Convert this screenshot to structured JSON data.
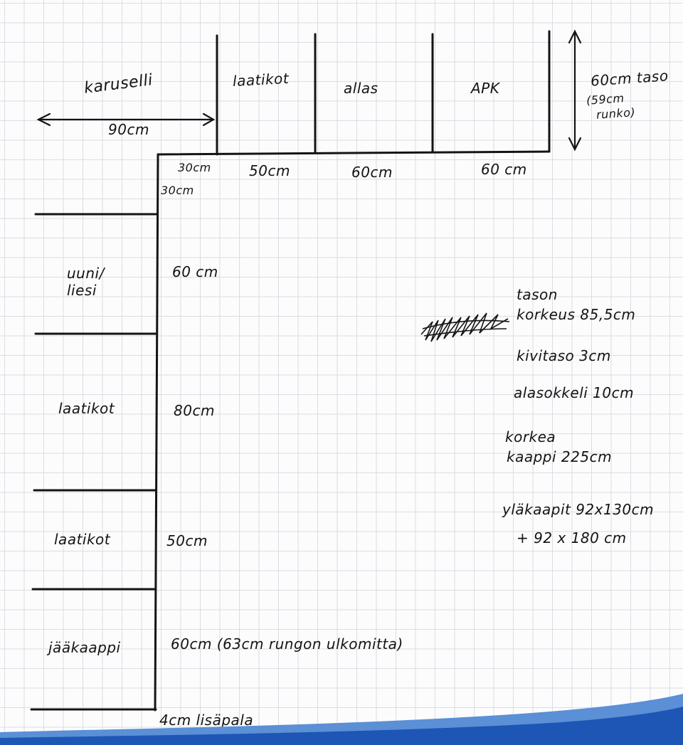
{
  "top_row": {
    "karuselli": "karuselli",
    "karuselli_width": "90cm",
    "laatikot": "laatikot",
    "allas": "allas",
    "apk": "APK",
    "depth": "60cm taso",
    "depth_note_1": "(59cm",
    "depth_note_2": "runko)",
    "corner_30": "30cm",
    "w_laatikot": "50cm",
    "w_allas": "60cm",
    "w_apk": "60 cm"
  },
  "left_column": {
    "corner_30": "30cm",
    "uuni_1": "uuni/",
    "uuni_2": "liesi",
    "uuni_w": "60 cm",
    "laatikot_1": "laatikot",
    "laatikot_1_w": "80cm",
    "laatikot_2": "laatikot",
    "laatikot_2_w": "50cm",
    "jaakaappi": "jääkaappi",
    "jaakaappi_w": "60cm (63cm rungon ulkomitta)",
    "lisapala": "4cm lisäpala"
  },
  "notes": {
    "tason": "tason",
    "korkeus": "korkeus 85,5cm",
    "kivitaso": "kivitaso 3cm",
    "alasokkeli": "alasokkeli 10cm",
    "korkea": "korkea",
    "kaappi": "kaappi 225cm",
    "ylakaapit_1": "yläkaapit 92x130cm",
    "ylakaapit_2": "+ 92 x 180 cm"
  },
  "colors": {
    "ink": "#141414",
    "grid": "#d9dde3",
    "wave_light": "#5b8fd6",
    "wave_dark": "#1d56b4"
  }
}
